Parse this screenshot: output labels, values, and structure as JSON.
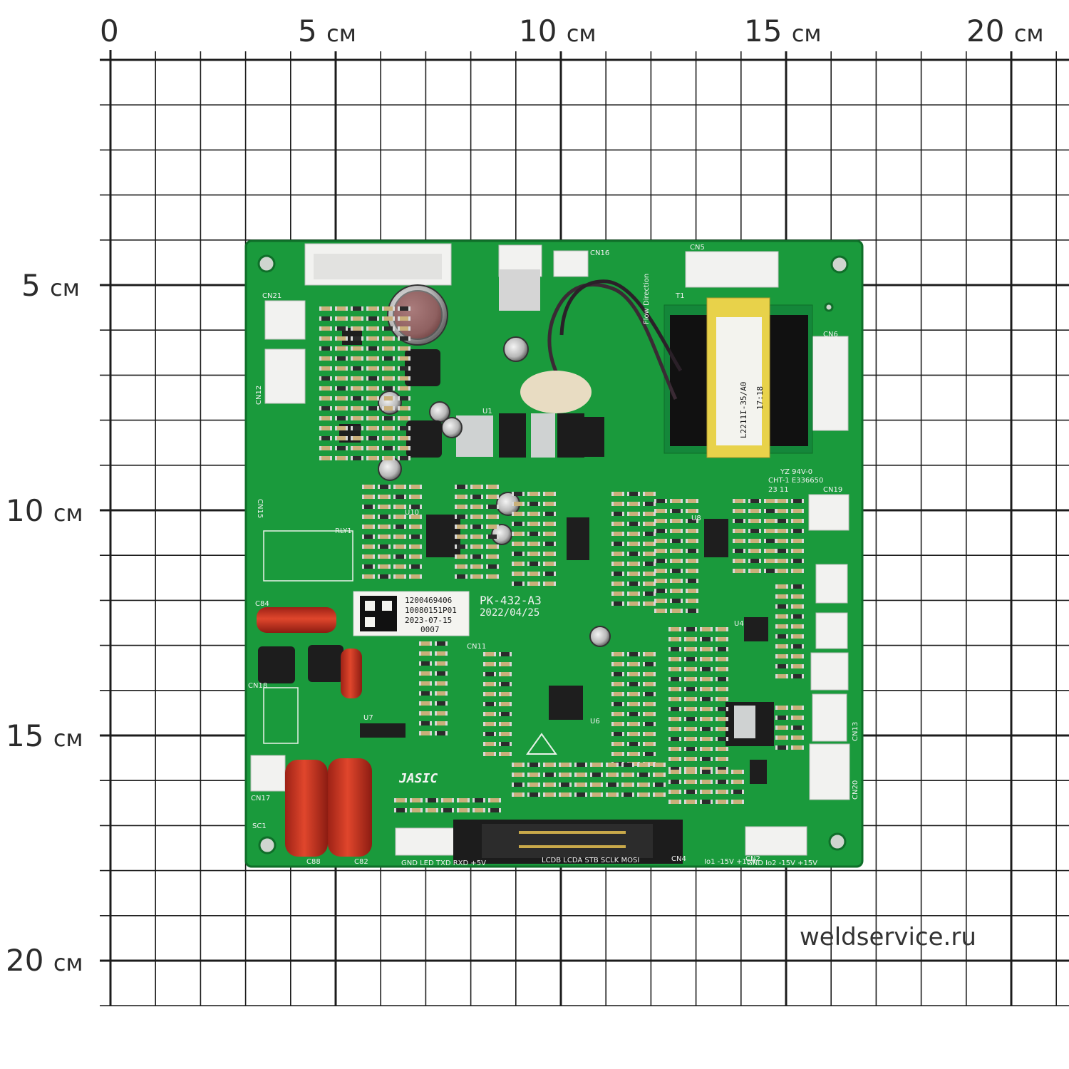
{
  "scale": {
    "top_labels": [
      {
        "value": "0",
        "unit": ""
      },
      {
        "value": "5",
        "unit": "см"
      },
      {
        "value": "10",
        "unit": "см"
      },
      {
        "value": "15",
        "unit": "см"
      },
      {
        "value": "20",
        "unit": "см"
      }
    ],
    "left_labels": [
      {
        "value": "5",
        "unit": "см"
      },
      {
        "value": "10",
        "unit": "см"
      },
      {
        "value": "15",
        "unit": "см"
      },
      {
        "value": "20",
        "unit": "см"
      }
    ]
  },
  "board": {
    "model": "PK-432-A3",
    "date": "2022/04/25",
    "brand": "JASIC",
    "sticker": {
      "line1": "1200469406",
      "line2": "10080151P01",
      "line3": "2023-07-15",
      "line4": "0007"
    },
    "transformer": {
      "line1": "L2211I-35/A0",
      "line2": "17:18"
    },
    "cert": {
      "line1": "YZ 94V-0",
      "line2": "CHT-1  E336650",
      "line3": "23 11"
    },
    "silkscreen": {
      "cn21": "CN21",
      "cn12": "CN12",
      "cn16": "CN16",
      "cn5": "CN5",
      "cn6": "CN6",
      "cn19": "CN19",
      "cn18": "CN18",
      "cn17": "CN17",
      "cn13": "CN13",
      "cn20": "CN20",
      "cn2": "CN2",
      "cn4": "CN4",
      "cn15": "CN15",
      "cn11": "CN11",
      "rly1": "RLY1",
      "c84": "C84",
      "c88": "C88",
      "c82": "C82",
      "sc1": "SC1",
      "t1": "T1",
      "u1": "U1",
      "u4": "U4",
      "u6": "U6",
      "u7": "U7",
      "u8": "U8",
      "u10": "U10",
      "flow": "Flow Direction",
      "bottom_left_pins": "GND  LED  TXD  RXD  +5V",
      "bottom_mid_pins": "LCDB  LCDA  STB  SCLK  MOSI",
      "bottom_right_pins": "Io1 -15V +15V",
      "bottom_right_pins2": "GND  Io2 -15V +15V"
    },
    "colors": {
      "pcb": "#1a9a3c",
      "capacitor_red": "#c8321e",
      "connector": "#f2f2f0"
    }
  },
  "watermark": "weldservice.ru"
}
